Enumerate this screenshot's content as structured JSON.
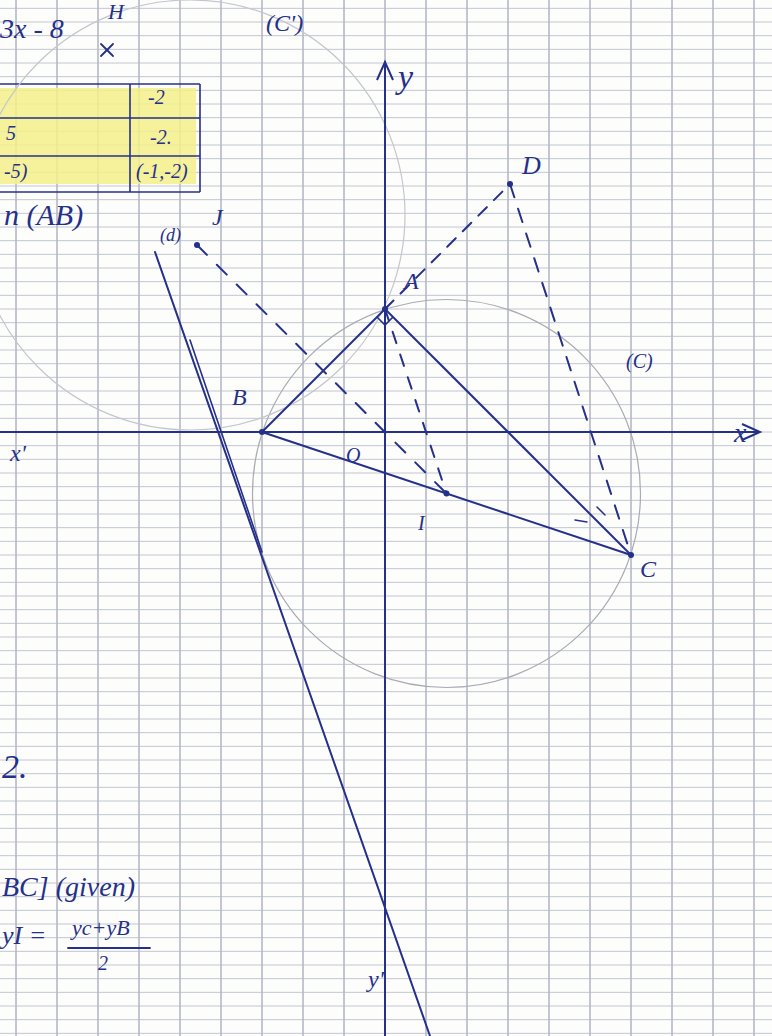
{
  "diagram": {
    "labels": [
      "3x - 8",
      "H",
      "-2",
      "5",
      "-2.",
      "-5)",
      "(-1,-2)",
      "n (AB)",
      "(C')",
      "y",
      "D",
      "J",
      "(d)",
      "A",
      "(C)",
      "B",
      "x'",
      "x",
      "O",
      "I",
      "C",
      "2.",
      "BC] (given)",
      "yI =",
      "yc+yB",
      "2",
      "y'"
    ]
  }
}
